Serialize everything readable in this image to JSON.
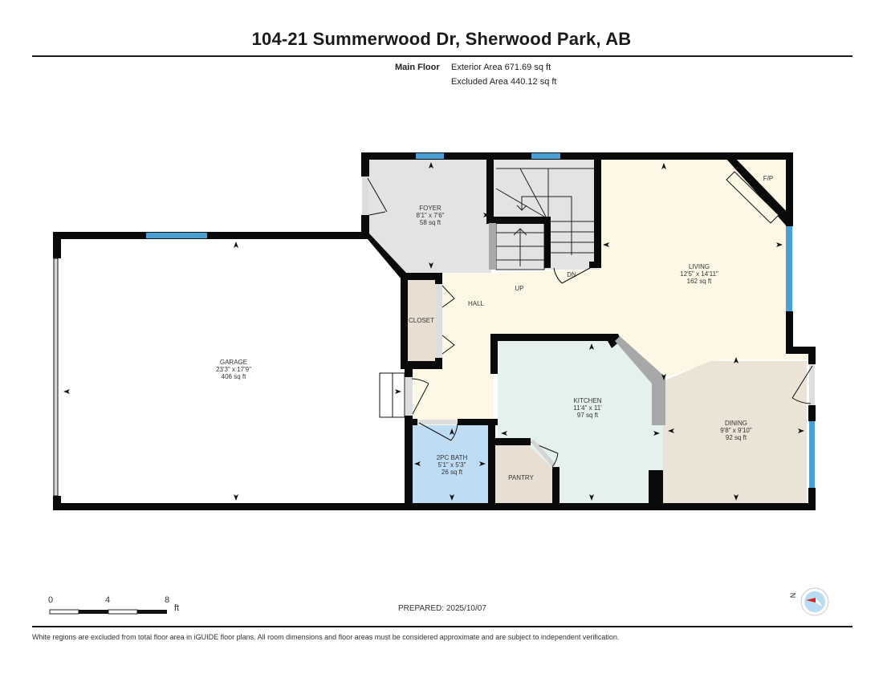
{
  "header": {
    "title": "104-21 Summerwood Dr, Sherwood Park, AB",
    "floor_label": "Main Floor",
    "exterior_area": "Exterior Area 671.69 sq ft",
    "excluded_area": "Excluded Area 440.12 sq ft"
  },
  "rooms": {
    "foyer": {
      "name": "FOYER",
      "dims": "8'1\" x 7'6\"",
      "area": "58 sq ft"
    },
    "living": {
      "name": "LIVING",
      "dims": "12'5\" x 14'11\"",
      "area": "162 sq ft"
    },
    "garage": {
      "name": "GARAGE",
      "dims": "23'3\" x 17'9\"",
      "area": "406 sq ft"
    },
    "kitchen": {
      "name": "KITCHEN",
      "dims": "11'4\" x 11'",
      "area": "97 sq ft"
    },
    "dining": {
      "name": "DINING",
      "dims": "9'8\" x 9'10\"",
      "area": "92 sq ft"
    },
    "bath": {
      "name": "2PC BATH",
      "dims": "5'1\" x 5'3\"",
      "area": "26 sq ft"
    },
    "closet": {
      "name": "CLOSET"
    },
    "hall": {
      "name": "HALL"
    },
    "pantry": {
      "name": "PANTRY"
    },
    "fireplace": {
      "name": "F/P"
    },
    "stairs_up": {
      "name": "UP"
    },
    "stairs_down": {
      "name": "DN"
    }
  },
  "colors": {
    "wall": "#0a0a0a",
    "window": "#4a9fd4",
    "foyer": "#e3e3e3",
    "stairs": "#e3e3e3",
    "living": "#fdf8e6",
    "kitchen": "#e4f1ec",
    "dining": "#ebe3d6",
    "bath": "#bfdcf5",
    "closet": "#e8dfd2",
    "pantry": "#e8dfd2",
    "garage": "#ffffff"
  },
  "scale_bar": {
    "ticks": [
      "0",
      "4",
      "8"
    ],
    "unit": "ft"
  },
  "footer": {
    "prepared": "PREPARED: 2025/10/07",
    "disclaimer": "White regions are excluded from total floor area in iGUIDE floor plans. All room dimensions and floor areas must be considered approximate and are subject to independent verification."
  },
  "compass": {
    "label": "N"
  }
}
